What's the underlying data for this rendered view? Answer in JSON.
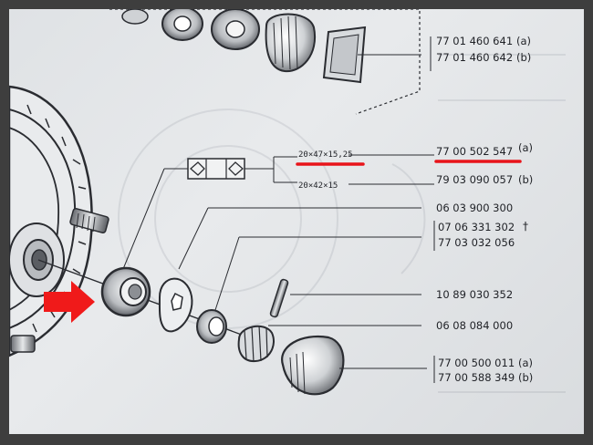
{
  "colors": {
    "paper": "#e3e5e8",
    "ink": "#1f2126",
    "highlight": "#e8141a",
    "arrow": "#f01a1a"
  },
  "icons": {
    "arrow": "red-arrow-icon"
  },
  "parts": {
    "p1a": "77 01 460 641",
    "p1a_suffix": "(a)",
    "p1b": "77 01 460 642",
    "p1b_suffix": "(b)",
    "seal_size_a": "20×47×15,25",
    "seal_size_b": "20×42×15",
    "p2a": "77 00 502 547",
    "p2a_suffix": "(a)",
    "p2b": "79 03 090 057",
    "p2b_suffix": "(b)",
    "p3": "06 03 900 300",
    "p4a": "07 06 331 302",
    "p4a_mark": "†",
    "p4b": "77 03 032 056",
    "p5": "10 89 030 352",
    "p6": "06 08 084 000",
    "p7a": "77 00 500 011",
    "p7a_suffix": "(a)",
    "p7b": "77 00 588 349",
    "p7b_suffix": "(b)"
  }
}
